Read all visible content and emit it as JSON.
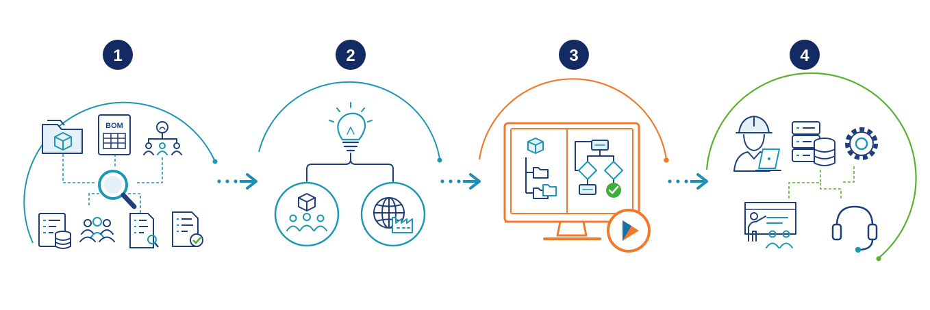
{
  "steps": [
    {
      "number": "1"
    },
    {
      "number": "2"
    },
    {
      "number": "3"
    },
    {
      "number": "4"
    }
  ],
  "step1": {
    "bom_label": "BOM"
  },
  "colors": {
    "badge": "#142a63",
    "teal": "#1a97b2",
    "navy": "#1f3f7a",
    "orange": "#f07a2a",
    "green": "#5bb033",
    "check_green": "#3fae3a",
    "arrow": "#1b8fb5"
  },
  "icons": [
    "folder-cube-icon",
    "bom-sheet-icon",
    "org-chart-icon",
    "magnifier-icon",
    "database-list-icon",
    "people-group-icon",
    "document-search-icon",
    "document-check-icon",
    "lightbulb-icon",
    "cube-team-icon",
    "globe-factory-icon",
    "monitor-icon",
    "cube-icon",
    "folder-tree-icon",
    "flowchart-icon",
    "play-button-icon",
    "engineer-laptop-icon",
    "server-database-icon",
    "gear-icon",
    "trainer-board-icon",
    "headset-icon"
  ]
}
